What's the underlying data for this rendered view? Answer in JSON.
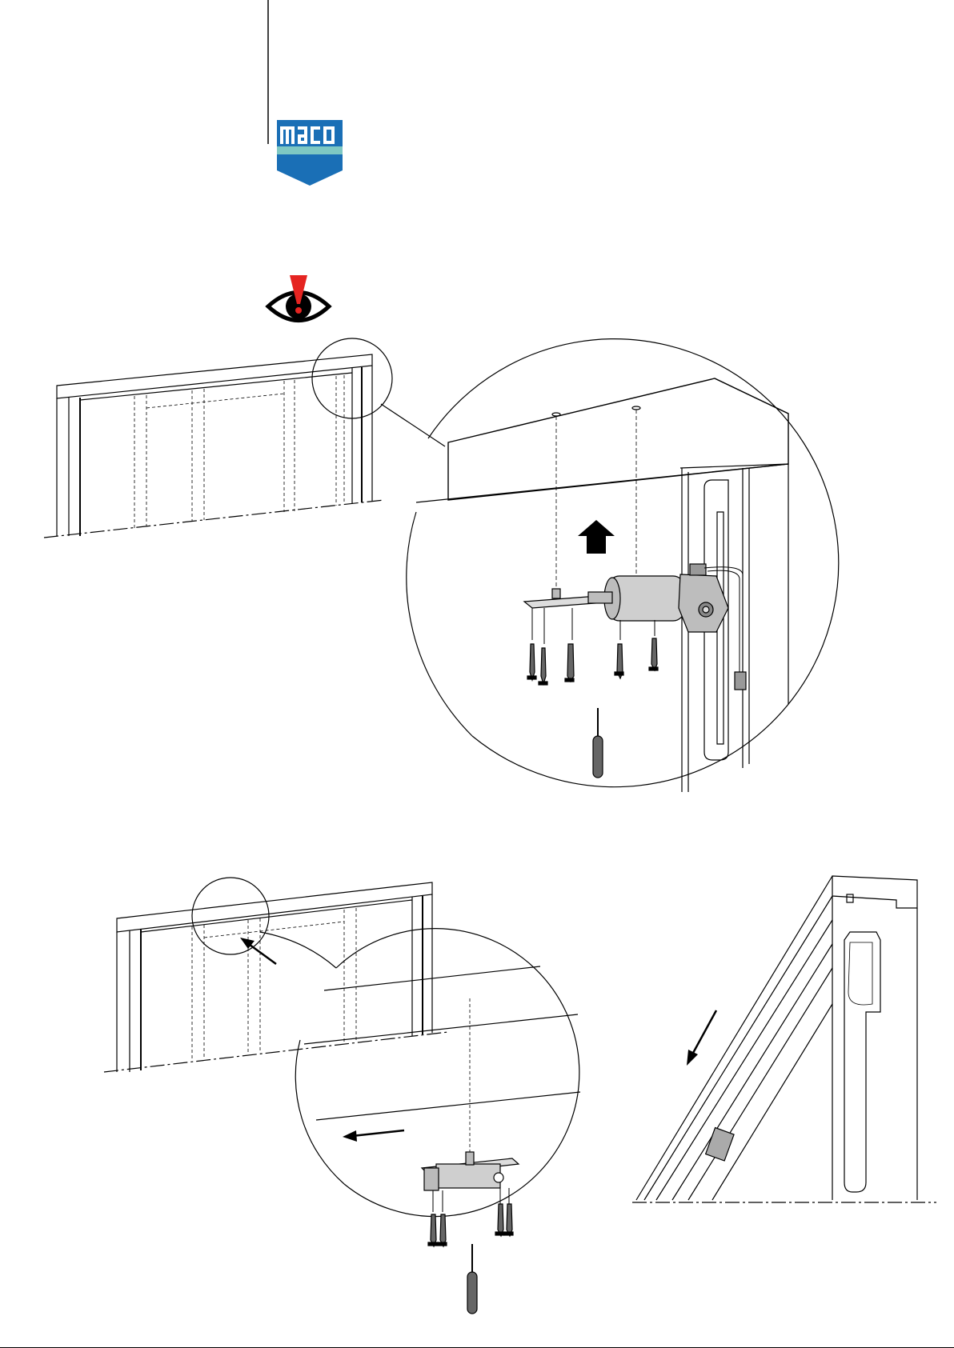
{
  "brand": {
    "name": "maco",
    "colors": {
      "blue": "#1a6fb6",
      "teal": "#7ec8c3",
      "red": "#e52421",
      "black": "#000000"
    }
  },
  "icons": {
    "logo": "maco-logo",
    "attention": "attention-eye-icon",
    "screwdriver": "screwdriver-icon",
    "arrow_up": "arrow-up-icon",
    "arrow_left": "arrow-left-icon",
    "arrow_diagonal": "arrow-diagonal-icon"
  },
  "illustrations": {
    "motor_install": "window-frame-with-motor-detail",
    "lock_install": "window-frame-with-lock-detail",
    "side_view": "window-frame-side-view"
  }
}
